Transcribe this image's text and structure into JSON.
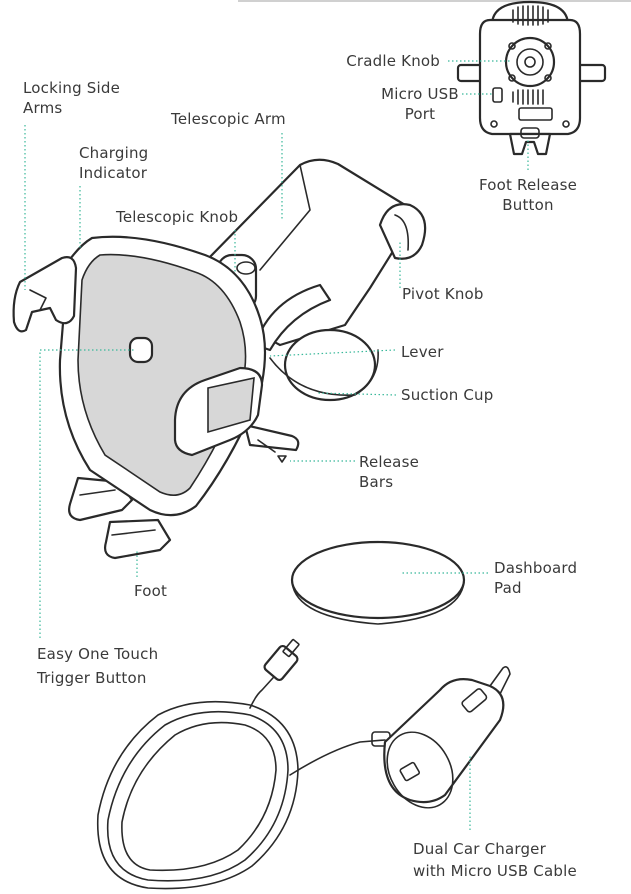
{
  "labels": {
    "cradle_knob": "Cradle Knob",
    "micro_usb_port_1": "Micro USB",
    "micro_usb_port_2": "Port",
    "locking_side_arms_1": "Locking Side",
    "locking_side_arms_2": "Arms",
    "telescopic_arm": "Telescopic Arm",
    "charging_indicator_1": "Charging",
    "charging_indicator_2": "Indicator",
    "foot_release_button_1": "Foot Release",
    "foot_release_button_2": "Button",
    "telescopic_knob": "Telescopic Knob",
    "pivot_knob": "Pivot Knob",
    "lever": "Lever",
    "suction_cup": "Suction Cup",
    "release_bars_1": "Release",
    "release_bars_2": "Bars",
    "foot": "Foot",
    "dashboard_pad_1": "Dashboard",
    "dashboard_pad_2": "Pad",
    "easy_one_touch_1": "Easy One Touch",
    "easy_one_touch_2": "Trigger Button",
    "car_charger_1": "Dual Car Charger",
    "car_charger_2": "with Micro USB Cable"
  },
  "colors": {
    "leader_line": "#39b89a",
    "outline": "#2a2a2a",
    "label_text": "#3a3a3a"
  }
}
